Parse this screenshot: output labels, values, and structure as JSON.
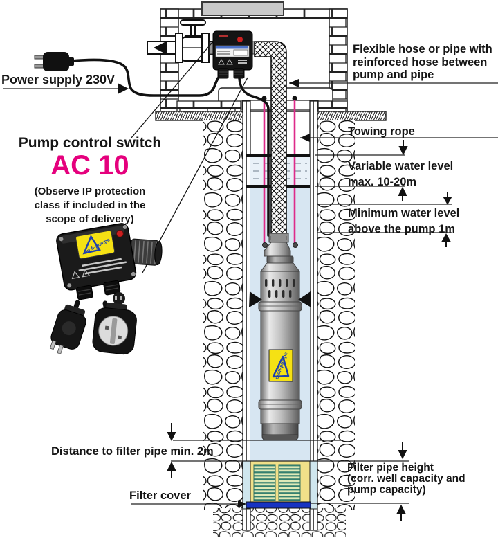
{
  "annotations": {
    "power_supply": "Power supply 230V",
    "control_switch_heading": "Pump control switch",
    "control_switch_model": "AC 10",
    "control_switch_note": [
      "(Observe IP protection",
      "class if included in the",
      "scope of delivery)"
    ],
    "flexible_hose": [
      "Flexible hose or pipe with",
      "reinforced hose between",
      "pump and pipe"
    ],
    "towing_rope": "Towing rope",
    "variable_water_level": [
      "Variable water level",
      "max. 10-20m"
    ],
    "minimum_water_level": [
      "Minimum water level",
      "above the pump 1m"
    ],
    "distance_to_filter": "Distance to filter pipe min. 2m",
    "filter_cover": "Filter cover",
    "filter_pipe_height": [
      "Filter pipe height",
      "(corr. well capacity and",
      "pump capacity)"
    ]
  },
  "branding": {
    "pump_label": "profi-pumpe"
  },
  "colors": {
    "model_magenta": "#E5007D",
    "rope_magenta": "#DE2A8A",
    "water_blue": "#D7E6F2",
    "variable_zone_blue": "#E9F1F8",
    "filter_yellow": "#F1E089",
    "filter_screen_green": "#35806F",
    "filter_cover_blue": "#1733C2",
    "cover_slab_gray": "#C9C9C9",
    "warning_red": "#CC1F1F",
    "label_yellow": "#F5E114"
  }
}
